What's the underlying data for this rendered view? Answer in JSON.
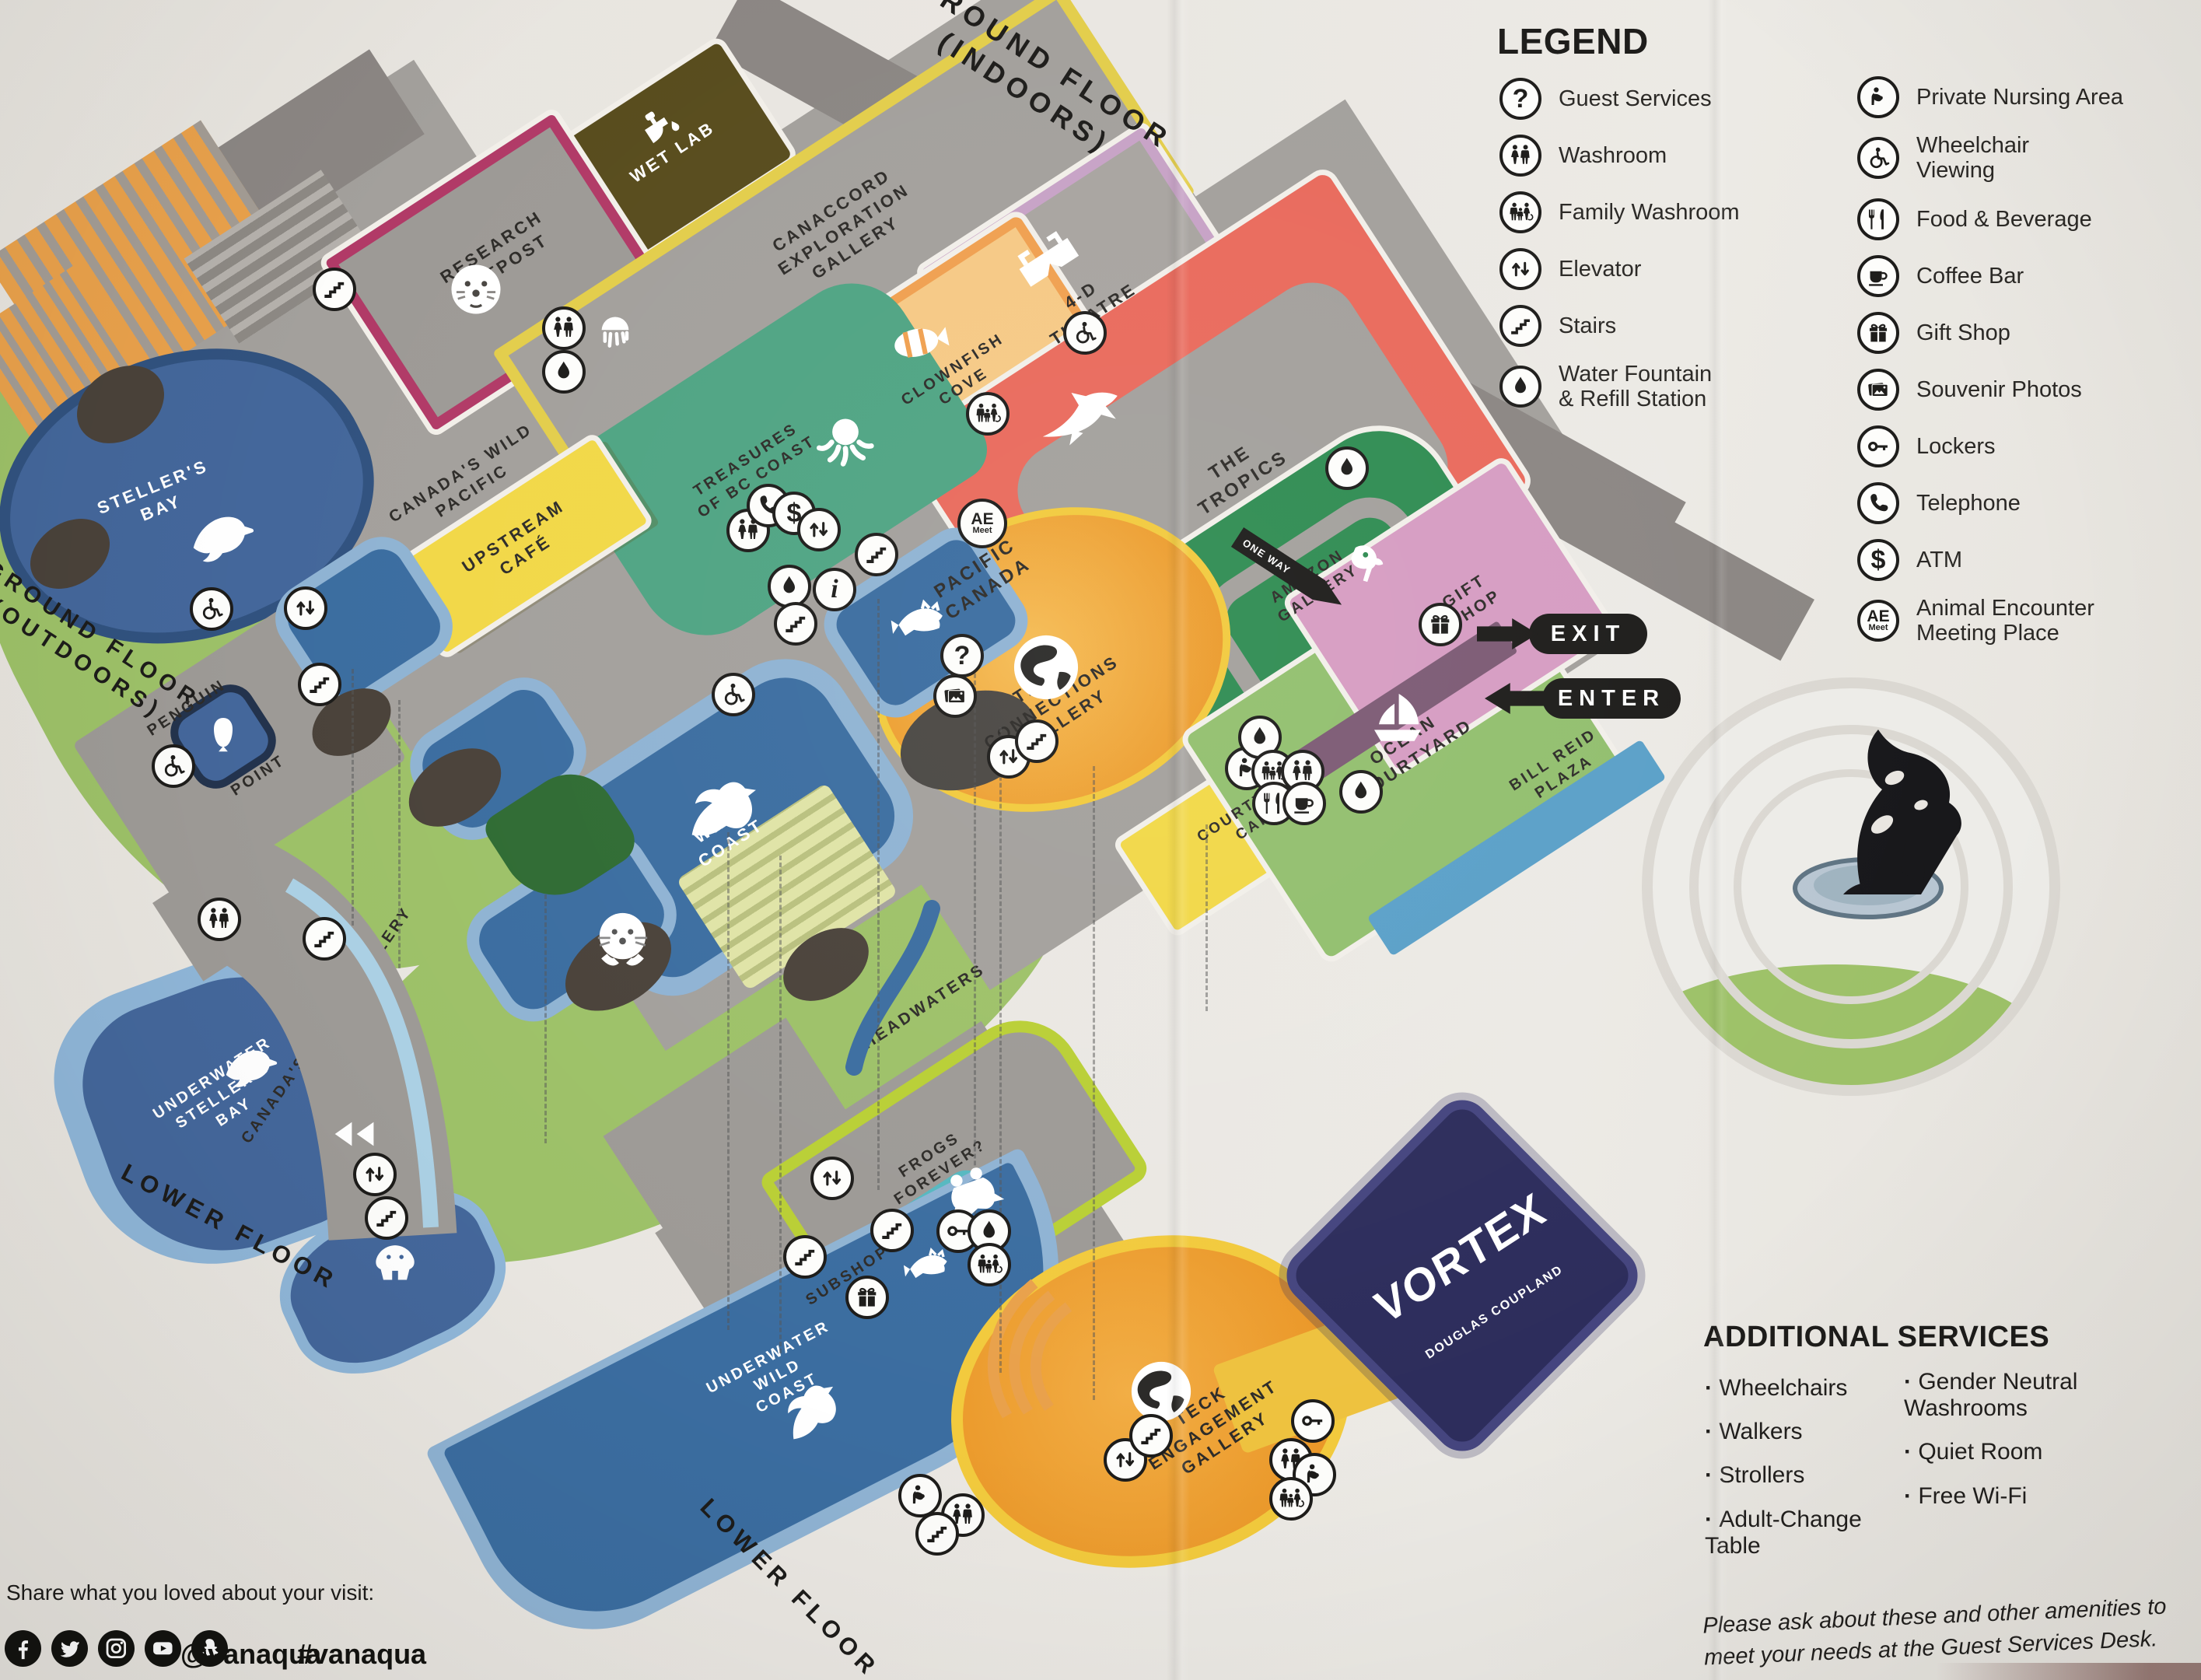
{
  "floor_labels": {
    "ground_indoors": "GROUND FLOOR\n(INDOORS)",
    "ground_outdoors": "GROUND FLOOR\n(OUTDOORS)",
    "lower_floor_left": "LOWER FLOOR",
    "lower_floor_center": "LOWER FLOOR"
  },
  "areas": {
    "wet_lab": "WET LAB",
    "research_outpost": "RESEARCH\nOUTPOST",
    "canaccord": "CANACCORD\nEXPLORATION\nGALLERY",
    "four_d_theatre": "4-D\nTHEATRE",
    "clownfish_cove": "CLOWNFISH\nCOVE",
    "the_tropics": "THE\nTROPICS",
    "amazon_gallery": "AMAZON\nGALLERY",
    "treasures_bc": "TREASURES\nOF BC COAST",
    "pacific_canada": "PACIFIC\nCANADA",
    "canadas_wild_pacific": "CANADA'S WILD\nPACIFIC",
    "upstream_cafe": "UPSTREAM\nCAFÉ",
    "stellers_bay": "STELLER'S\nBAY",
    "penguin_point_1": "PENGUIN",
    "penguin_point_2": "POINT",
    "wild_coast": "WILD\nCOAST",
    "headwaters": "HEADWATERS",
    "teck_connections": "TECK\nCONNECTIONS\nGALLERY",
    "gift_shop": "GIFT\nSHOP",
    "ocean_courtyard": "OCEAN\nCOURTYARD",
    "courtyard_cafe": "COURTYARD\nCAFÉ",
    "bill_reid_plaza": "BILL REID\nPLAZA",
    "underwater_stellers_bay": "UNDERWATER\nSTELLER'S\nBAY",
    "canadas_arctic_gallery": "CANADA'S ARCTIC GALLERY",
    "underwater_wild_coast": "UNDERWATER\nWILD\nCOAST",
    "subshop": "SUBSHOP",
    "frogs_forever": "FROGS\nFOREVER?",
    "teck_engagement": "TECK\nENGAGEMENT\nGALLERY",
    "vortex": "VORTEX",
    "vortex_sub": "DOUGLAS COUPLAND"
  },
  "signs": {
    "exit": "EXIT",
    "enter": "ENTER",
    "one_way": "ONE WAY"
  },
  "legend": {
    "title": "LEGEND",
    "items_col1": [
      {
        "icon": "question-icon",
        "label": "Guest Services"
      },
      {
        "icon": "washroom-icon",
        "label": "Washroom"
      },
      {
        "icon": "family-washroom-icon",
        "label": "Family Washroom"
      },
      {
        "icon": "elevator-icon",
        "label": "Elevator"
      },
      {
        "icon": "stairs-icon",
        "label": "Stairs"
      },
      {
        "icon": "water-icon",
        "label": "Water Fountain\n& Refill Station"
      }
    ],
    "items_col2": [
      {
        "icon": "nursing-icon",
        "label": "Private Nursing Area"
      },
      {
        "icon": "wheelchair-icon",
        "label": "Wheelchair\nViewing"
      },
      {
        "icon": "food-icon",
        "label": "Food & Beverage"
      },
      {
        "icon": "coffee-icon",
        "label": "Coffee Bar"
      },
      {
        "icon": "gift-icon",
        "label": "Gift Shop"
      },
      {
        "icon": "photos-icon",
        "label": "Souvenir Photos"
      },
      {
        "icon": "key-icon",
        "label": "Lockers"
      },
      {
        "icon": "phone-icon",
        "label": "Telephone"
      },
      {
        "icon": "dollar-icon",
        "label": "ATM"
      },
      {
        "icon": "ae-icon",
        "label": "Animal Encounter\nMeeting Place"
      }
    ]
  },
  "additional_services": {
    "title": "ADDITIONAL SERVICES",
    "col1": [
      "Wheelchairs",
      "Walkers",
      "Strollers",
      "Adult-Change\nTable"
    ],
    "col2": [
      "Gender Neutral\nWashrooms",
      "Quiet Room",
      "Free Wi-Fi"
    ],
    "note": "Please ask about these and other amenities to meet your needs at the Guest Services Desk."
  },
  "social": {
    "prompt": "Share what you loved about your visit:",
    "icons": [
      "facebook-icon",
      "twitter-icon",
      "instagram-icon",
      "youtube-icon",
      "snapchat-icon"
    ],
    "handle": "@vanaqua",
    "hashtag": "#vanaqua"
  },
  "amenity_badges": [
    [
      "stairs",
      430,
      372
    ],
    [
      "washroom",
      725,
      422
    ],
    [
      "water",
      725,
      478
    ],
    [
      "wheelchair",
      272,
      783
    ],
    [
      "elevator",
      393,
      782
    ],
    [
      "stairs",
      411,
      880
    ],
    [
      "wheelchair",
      223,
      985
    ],
    [
      "washroom",
      962,
      682
    ],
    [
      "phone",
      988,
      650
    ],
    [
      "dollar",
      1021,
      660
    ],
    [
      "elevator",
      1053,
      681
    ],
    [
      "stairs",
      1127,
      713
    ],
    [
      "water",
      1015,
      754
    ],
    [
      "info",
      1073,
      758
    ],
    [
      "stairs",
      1023,
      802
    ],
    [
      "ae",
      1263,
      673
    ],
    [
      "family",
      1270,
      532
    ],
    [
      "wheelchair",
      1395,
      428
    ],
    [
      "question",
      1237,
      843
    ],
    [
      "photos",
      1228,
      895
    ],
    [
      "wheelchair",
      943,
      893
    ],
    [
      "elevator",
      1297,
      973
    ],
    [
      "stairs",
      1333,
      953
    ],
    [
      "water",
      1732,
      602
    ],
    [
      "gift",
      1852,
      803
    ],
    [
      "nursing",
      1603,
      988
    ],
    [
      "water",
      1620,
      948
    ],
    [
      "family",
      1637,
      992
    ],
    [
      "washroom",
      1675,
      992
    ],
    [
      "food",
      1638,
      1033
    ],
    [
      "coffee",
      1677,
      1033
    ],
    [
      "water",
      1750,
      1018
    ],
    [
      "washroom",
      282,
      1182
    ],
    [
      "stairs",
      417,
      1207
    ],
    [
      "elevator",
      482,
      1510
    ],
    [
      "stairs",
      497,
      1566
    ],
    [
      "elevator",
      1070,
      1515
    ],
    [
      "stairs",
      1035,
      1616
    ],
    [
      "stairs",
      1147,
      1582
    ],
    [
      "key",
      1232,
      1583
    ],
    [
      "water",
      1272,
      1583
    ],
    [
      "family",
      1272,
      1626
    ],
    [
      "gift",
      1115,
      1668
    ],
    [
      "nursing",
      1183,
      1923
    ],
    [
      "washroom",
      1238,
      1948
    ],
    [
      "stairs",
      1205,
      1972
    ],
    [
      "elevator",
      1447,
      1877
    ],
    [
      "stairs",
      1480,
      1846
    ],
    [
      "key",
      1688,
      1827
    ],
    [
      "washroom",
      1660,
      1877
    ],
    [
      "nursing",
      1690,
      1896
    ],
    [
      "family",
      1660,
      1927
    ]
  ],
  "art_icons": [
    [
      "sea-lion",
      285,
      690,
      115,
      -8
    ],
    [
      "penguin",
      287,
      947,
      64,
      0
    ],
    [
      "dolphin",
      935,
      1048,
      125,
      0
    ],
    [
      "seal",
      800,
      1207,
      95,
      0
    ],
    [
      "octopus",
      1087,
      570,
      88,
      0
    ],
    [
      "jellyfish",
      791,
      430,
      72,
      0
    ],
    [
      "clownfish",
      1182,
      440,
      92,
      -12
    ],
    [
      "shark",
      1390,
      540,
      135,
      -15
    ],
    [
      "parrot",
      1753,
      727,
      82,
      0
    ],
    [
      "rockfish",
      1185,
      798,
      88,
      -8
    ],
    [
      "rockfish",
      1195,
      1627,
      74,
      -8
    ],
    [
      "globe",
      1345,
      858,
      112,
      0
    ],
    [
      "globe",
      1493,
      1789,
      104,
      0
    ],
    [
      "sea-lion",
      322,
      1372,
      96,
      -5
    ],
    [
      "walrus",
      508,
      1625,
      82,
      0
    ],
    [
      "dolphin",
      1050,
      1818,
      105,
      -18
    ],
    [
      "frog",
      1250,
      1534,
      92,
      -20
    ],
    [
      "sailboat",
      1797,
      928,
      96,
      0
    ],
    [
      "otter",
      612,
      372,
      86,
      0
    ],
    [
      "faucet",
      850,
      162,
      66,
      -33
    ],
    [
      "glasses3d",
      1348,
      336,
      96,
      -33
    ],
    [
      "arctic-logo",
      458,
      1448,
      96,
      0
    ]
  ],
  "colors": {
    "paper": "#e9e6e1",
    "walkway": "#a3a09c",
    "wall": "#8b8683",
    "water_deep": "#3b6da0",
    "water_mid": "#44679b",
    "water_rim": "#8fb3d3",
    "grass": "#9dc168",
    "yellow": "#f2d847",
    "orange": "#e8901f",
    "red": "#e96a5c",
    "teal": "#4fa483",
    "green_dark": "#2f8c52",
    "pink": "#d69cc2",
    "plum": "#c7a2c6",
    "magenta": "#b13a67",
    "chartreuse": "#b9cf35",
    "navy": "#2d2d5c",
    "olive": "#584c1d",
    "black": "#1d1c1a"
  }
}
